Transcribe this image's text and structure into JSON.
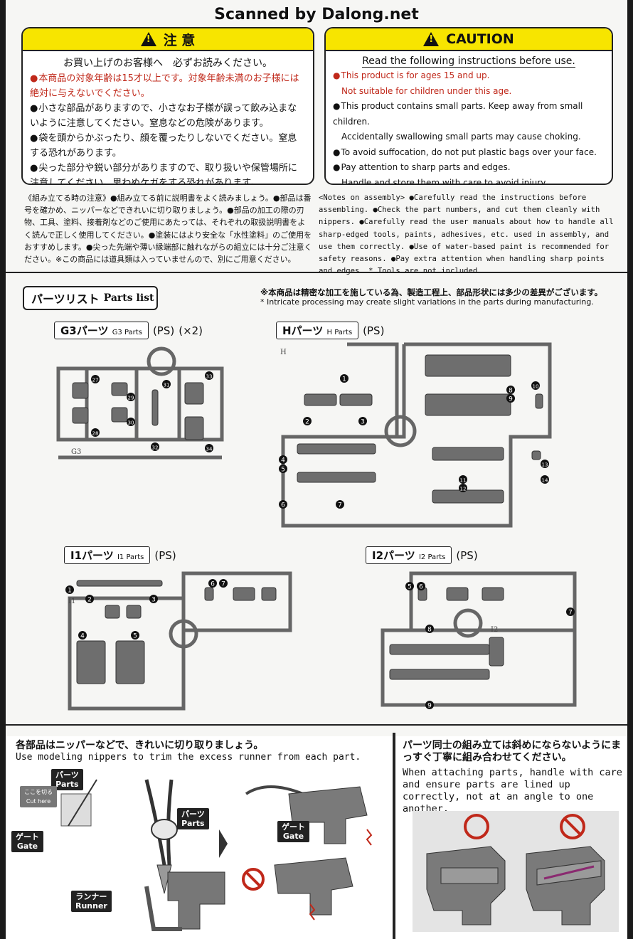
{
  "watermark": "Scanned by Dalong.net",
  "caution_jp": {
    "title": "注 意",
    "intro": "お買い上げのお客様へ　必ずお読みください。",
    "items": [
      {
        "text": "本商品の対象年齢は15才以上です。対象年齢未満のお子様には絶対に与えないでください。",
        "red": true
      },
      {
        "text": "小さな部品がありますので、小さなお子様が誤って飲み込まないように注意してください。窒息などの危険があります。",
        "red": false
      },
      {
        "text": "袋を頭からかぶったり、顔を覆ったりしないでください。窒息する恐れがあります。",
        "red": false
      },
      {
        "text": "尖った部分や鋭い部分がありますので、取り扱いや保管場所に注意してください。思わぬケガをする恐れがあります。",
        "red": false
      }
    ]
  },
  "caution_en": {
    "title": "CAUTION",
    "intro": "Read the following instructions before use.",
    "items": [
      {
        "line1": "This product is for ages 15 and up.",
        "line2": "Not suitable for children under this age.",
        "red": true
      },
      {
        "line1": "This product contains small parts. Keep away from small children.",
        "line2": "Accidentally swallowing small parts may cause choking.",
        "red": false
      },
      {
        "line1": "To avoid suffocation, do not put plastic bags over your face.",
        "line2": "",
        "red": false
      },
      {
        "line1": "Pay attention to sharp parts and edges.",
        "line2": "Handle and store them with care to avoid injury.",
        "red": false
      }
    ]
  },
  "notes_jp": "《組み立てる時の注意》●組み立てる前に説明書をよく読みましょう。●部品は番号を確かめ、ニッパーなどできれいに切り取りましょう。●部品の加工の際の刃物、工具、塗料、接着剤などのご使用にあたっては、それぞれの取扱説明書をよく読んで正しく使用してください。●塗装にはより安全な「水性塗料」のご使用をおすすめします。●尖った先端や薄い縁端部に触れながらの組立には十分ご注意ください。※この商品には道具類は入っていませんので、別にご用意ください。",
  "notes_en": "<Notes on assembly> ●Carefully read the instructions before assembling. ●Check the part numbers, and cut them cleanly with nippers. ●Carefully read the user manuals about how to handle all sharp-edged tools, paints, adhesives, etc. used in assembly, and use them correctly. ●Use of water-based paint is recommended for safety reasons. ●Pay extra attention when handling sharp points and edges. * Tools are not included.",
  "parts_list": {
    "title_jp": "パーツリスト",
    "title_en": "Parts list",
    "notice_jp": "※本商品は精密な加工を施している為、製造工程上、部品形状には多少の差異がございます。",
    "notice_en": "* Intricate processing may create slight variations in the parts during manufacturing.",
    "runners": [
      {
        "jp": "G3パーツ",
        "en": "G3 Parts",
        "material": "(PS)",
        "qty": "(×2)",
        "tag": "G3",
        "parts": [
          "27",
          "28",
          "29",
          "30",
          "31",
          "32",
          "33",
          "34"
        ]
      },
      {
        "jp": "Hパーツ",
        "en": "H Parts",
        "material": "(PS)",
        "qty": "",
        "tag": "H",
        "parts": [
          "1",
          "2",
          "3",
          "4",
          "5",
          "6",
          "7",
          "8",
          "9",
          "10",
          "11",
          "12",
          "13",
          "14"
        ]
      },
      {
        "jp": "I1パーツ",
        "en": "I1 Parts",
        "material": "(PS)",
        "qty": "",
        "tag": "I1",
        "parts": [
          "1",
          "2",
          "3",
          "4",
          "5",
          "6",
          "7"
        ]
      },
      {
        "jp": "I2パーツ",
        "en": "I2 Parts",
        "material": "(PS)",
        "qty": "",
        "tag": "I2",
        "parts": [
          "5",
          "6",
          "7",
          "8",
          "9"
        ]
      }
    ]
  },
  "cutting": {
    "jp": "各部品はニッパーなどで、きれいに切り取りましょう。",
    "en": "Use modeling nippers to trim the excess runner from each part.",
    "labels": {
      "parts_jp": "パーツ",
      "parts_en": "Parts",
      "cut_jp": "ここを切る",
      "cut_en": "Cut here",
      "gate_jp": "ゲート",
      "gate_en": "Gate",
      "runner_jp": "ランナー",
      "runner_en": "Runner"
    }
  },
  "attaching": {
    "jp": "パーツ同士の組み立ては斜めにならないようにまっすぐ丁寧に組み合わせてください。",
    "en": "When attaching parts, handle with care and ensure parts are lined up correctly, not at an angle to one another."
  }
}
